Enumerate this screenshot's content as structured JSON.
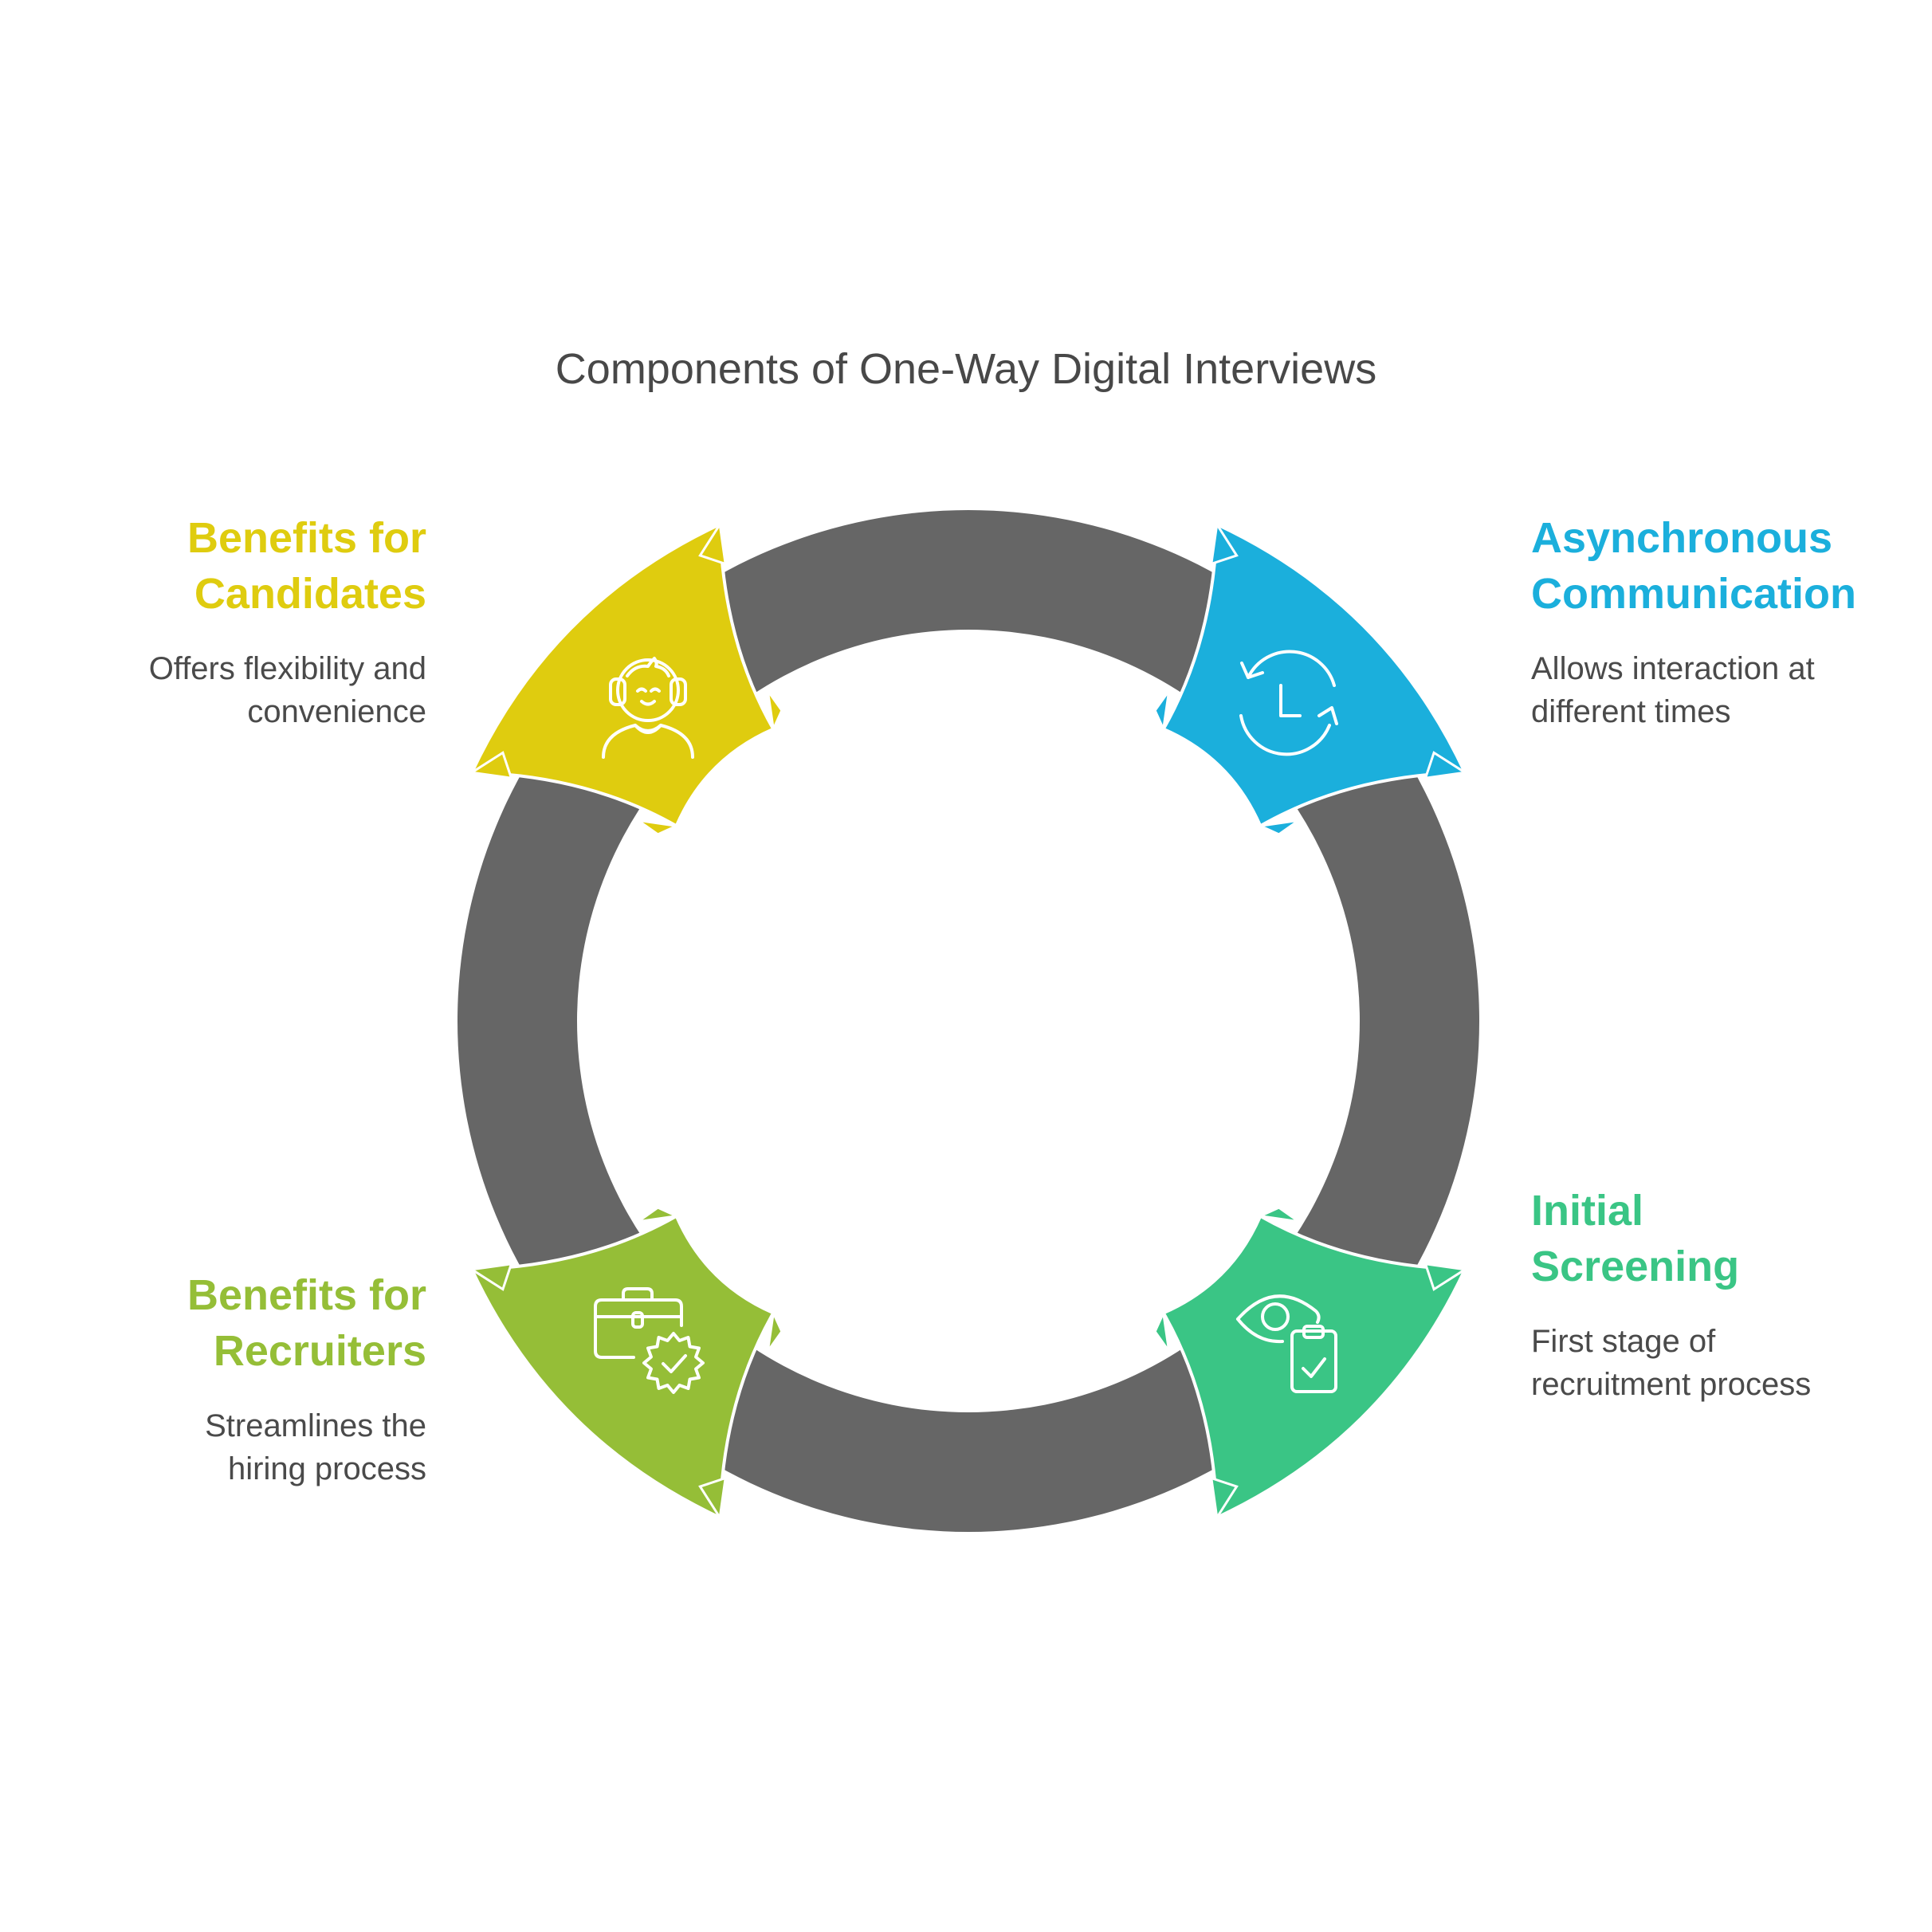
{
  "title": "Components of One-Way Digital Interviews",
  "ring_color": "#666666",
  "components": [
    {
      "id": "candidates",
      "heading_lines": [
        "Benefits for",
        "Candidates"
      ],
      "description_lines": [
        "Offers flexibility and",
        "convenience"
      ],
      "color": "#DFCC0F",
      "icon": "headset-person-icon",
      "position": "top-left"
    },
    {
      "id": "asynchronous",
      "heading_lines": [
        "Asynchronous",
        "Communication"
      ],
      "description_lines": [
        "Allows interaction at",
        "different times"
      ],
      "color": "#1BAFDC",
      "icon": "clock-refresh-icon",
      "position": "top-right"
    },
    {
      "id": "screening",
      "heading_lines": [
        "Initial",
        "Screening"
      ],
      "description_lines": [
        "First stage of",
        "recruitment process"
      ],
      "color": "#3AC585",
      "icon": "eye-clipboard-check-icon",
      "position": "bottom-right"
    },
    {
      "id": "recruiters",
      "heading_lines": [
        "Benefits for",
        "Recruiters"
      ],
      "description_lines": [
        "Streamlines the",
        "hiring process"
      ],
      "color": "#95BE37",
      "icon": "briefcase-badge-check-icon",
      "position": "bottom-left"
    }
  ]
}
